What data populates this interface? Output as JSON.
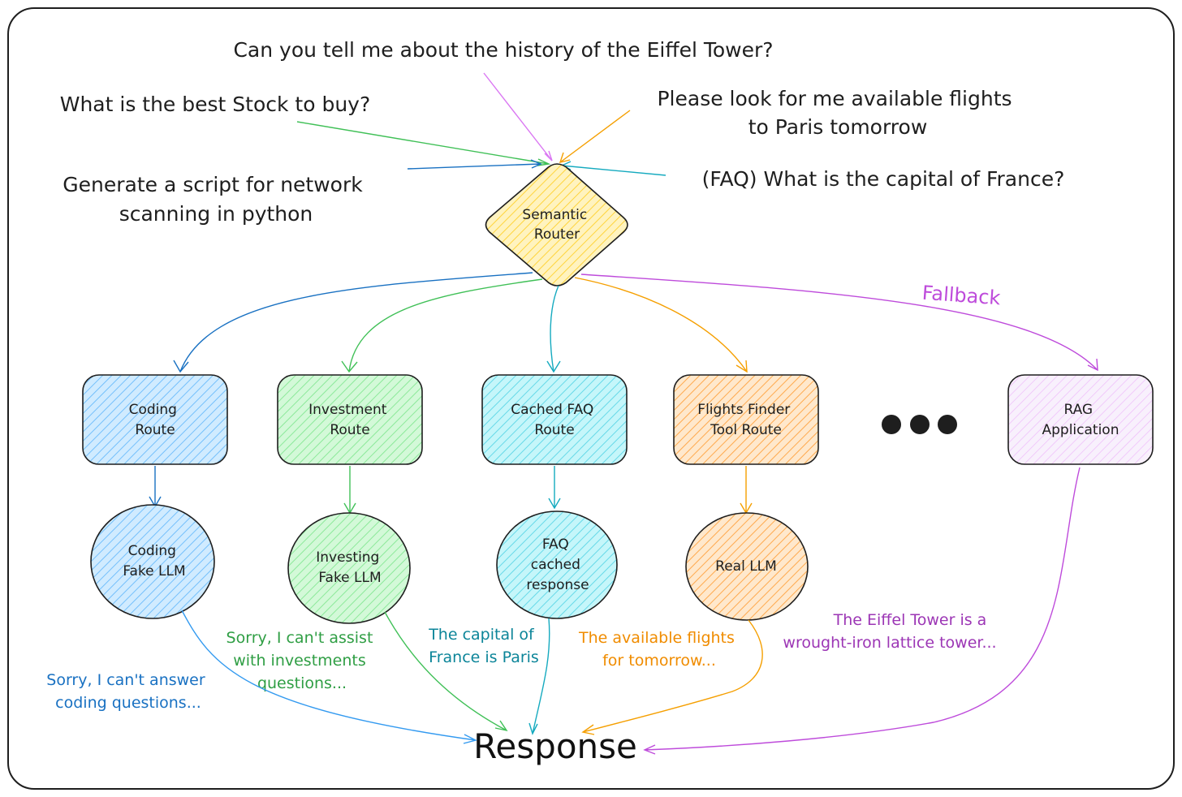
{
  "queries": [
    {
      "id": "eiffel",
      "lines": [
        "Can you tell me about the history of the Eiffel Tower?"
      ]
    },
    {
      "id": "stock",
      "lines": [
        "What is the best Stock to buy?"
      ]
    },
    {
      "id": "flights",
      "lines": [
        "Please look for me available flights",
        "to Paris tomorrow"
      ]
    },
    {
      "id": "script",
      "lines": [
        "Generate a script for network",
        "scanning in python"
      ]
    },
    {
      "id": "faq",
      "lines": [
        "(FAQ) What is the capital of France?"
      ]
    }
  ],
  "router": {
    "lines": [
      "Semantic",
      "Router"
    ]
  },
  "fallback_label": "Fallback",
  "routes": [
    {
      "id": "coding",
      "lines": [
        "Coding",
        "Route"
      ],
      "fill": "#a5d8ff",
      "stroke": "#1971c2"
    },
    {
      "id": "investment",
      "lines": [
        "Investment",
        "Route"
      ],
      "fill": "#b2f2bb",
      "stroke": "#2f9e44"
    },
    {
      "id": "faq",
      "lines": [
        "Cached FAQ",
        "Route"
      ],
      "fill": "#99e9f2",
      "stroke": "#0c8599"
    },
    {
      "id": "flights",
      "lines": [
        "Flights Finder",
        "Tool Route"
      ],
      "fill": "#ffc078",
      "stroke": "#e8590c"
    },
    {
      "id": "rag",
      "lines": [
        "RAG",
        "Application"
      ],
      "fill": "#f3d9fa",
      "stroke": "#9c36b5"
    }
  ],
  "handlers": [
    {
      "id": "coding",
      "lines": [
        "Coding",
        "Fake LLM"
      ],
      "fill": "#a5d8ff"
    },
    {
      "id": "investment",
      "lines": [
        "Investing",
        "Fake LLM"
      ],
      "fill": "#b2f2bb"
    },
    {
      "id": "faq",
      "lines": [
        "FAQ",
        "cached",
        "response"
      ],
      "fill": "#99e9f2"
    },
    {
      "id": "flights",
      "lines": [
        "Real LLM"
      ],
      "fill": "#ffc078"
    }
  ],
  "answers": [
    {
      "id": "coding",
      "lines": [
        "Sorry, I can't answer",
        "coding questions..."
      ],
      "color": "#1971c2"
    },
    {
      "id": "investment",
      "lines": [
        "Sorry, I can't assist",
        "with investments",
        "questions..."
      ],
      "color": "#2f9e44"
    },
    {
      "id": "faq",
      "lines": [
        "The capital of",
        "France is Paris"
      ],
      "color": "#0c8599"
    },
    {
      "id": "flights",
      "lines": [
        "The available flights",
        "for tomorrow..."
      ],
      "color": "#f08c00"
    },
    {
      "id": "rag",
      "lines": [
        "The Eiffel Tower is a",
        "wrought-iron lattice tower..."
      ],
      "color": "#9c36b5"
    }
  ],
  "response_label": "Response",
  "colors": {
    "blue": "#1971c2",
    "green": "#2f9e44",
    "cyan": "#0c8599",
    "orange": "#f08c00",
    "purple": "#be4bdb",
    "router_fill": "#ffec99",
    "ink": "#1e1e1e"
  }
}
